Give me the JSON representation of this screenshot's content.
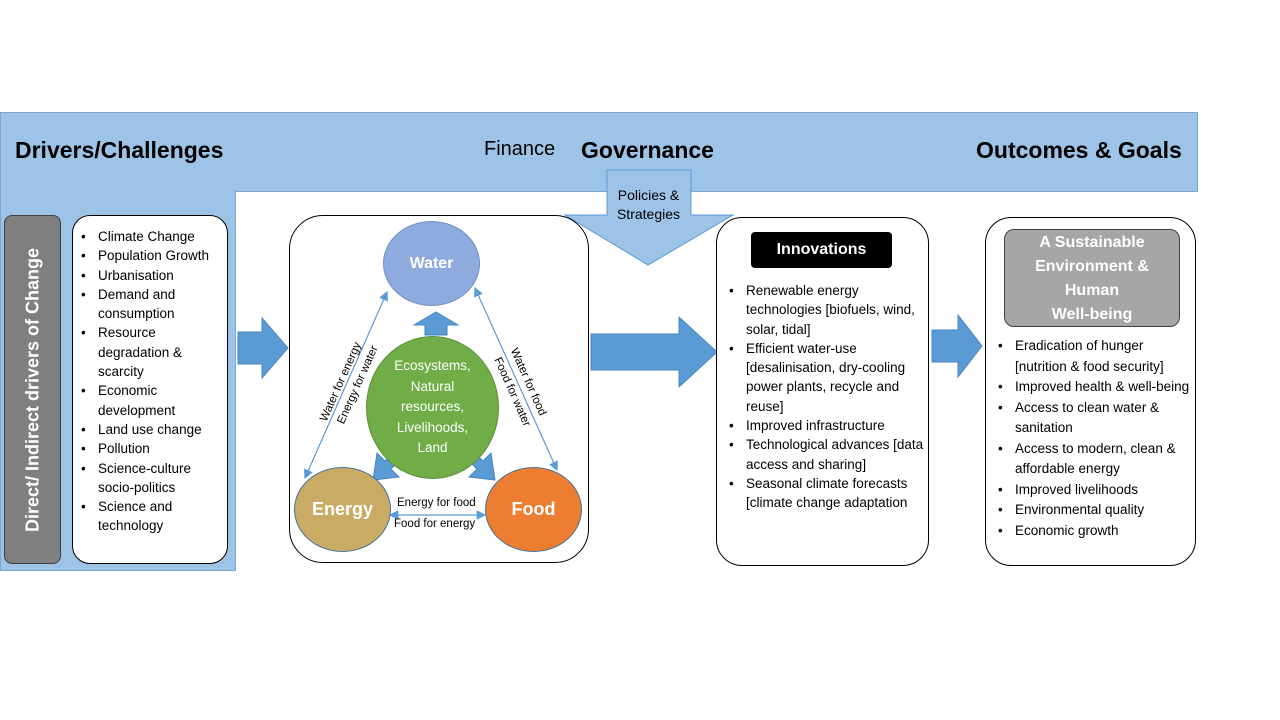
{
  "header": {
    "drivers_title": "Drivers/Challenges",
    "finance": "Finance",
    "governance": "Governance",
    "outcomes_title": "Outcomes & Goals"
  },
  "side_label": "Direct/ Indirect drivers of Change",
  "policies": "Policies & Strategies",
  "drivers": [
    "Climate Change",
    "Population Growth",
    "Urbanisation",
    "Demand and consumption",
    "Resource degradation & scarcity",
    "Economic development",
    "Land use change",
    "Pollution",
    "Science-culture socio-politics",
    "Science and technology"
  ],
  "nexus": {
    "water": "Water",
    "energy": "Energy",
    "food": "Food",
    "center": [
      "Ecosystems,",
      "Natural",
      "resources,",
      "Livelihoods,",
      "Land"
    ],
    "water_for_energy": "Water for energy",
    "energy_for_water": "Energy for water",
    "water_for_food": "Water for food",
    "food_for_water": "Food for water",
    "energy_for_food": "Energy for food",
    "food_for_energy": "Food for energy"
  },
  "innovations": {
    "title": "Innovations",
    "items": [
      "Renewable energy technologies [biofuels, wind, solar, tidal]",
      "Efficient water-use [desalinisation, dry-cooling power plants, recycle and reuse]",
      "Improved infrastructure",
      "Technological advances [data access and sharing]",
      "Seasonal climate forecasts [climate change adaptation"
    ]
  },
  "goals": {
    "title_lines": [
      "A Sustainable",
      "Environment &",
      "Human",
      "Well-being"
    ],
    "items": [
      "Eradication of hunger [nutrition & food security]",
      "Improved health & well-being",
      "Access to clean water & sanitation",
      "Access to modern, clean & affordable energy",
      "Improved livelihoods",
      "Environmental quality",
      "Economic growth"
    ]
  },
  "colors": {
    "band": "#9dc3e6",
    "arrow": "#5b9bd5",
    "water": "#8faadc",
    "ecosystems": "#70ad47",
    "energy": "#c9ab63",
    "food": "#ed7d31",
    "side_bar": "#7f7f7f",
    "goal_box": "#a6a6a6"
  }
}
